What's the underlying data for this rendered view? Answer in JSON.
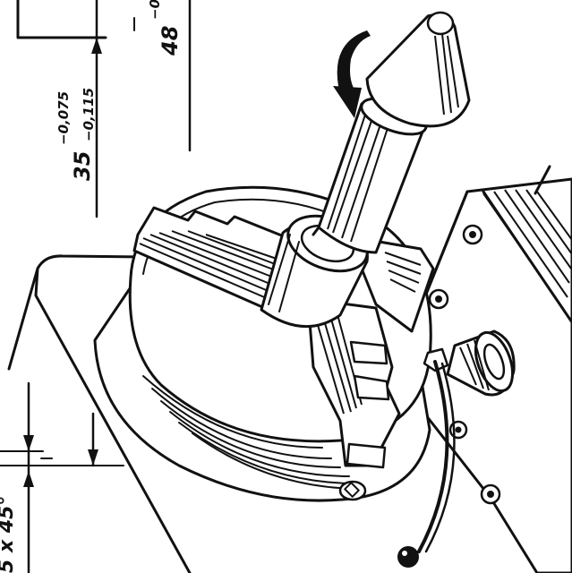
{
  "drawing": {
    "dim_35_main": "35",
    "dim_35_upper_tol": "−0,075",
    "dim_35_lower_tol": "−0,115",
    "dim_48_main": "48",
    "dim_48_tol": "−0",
    "chamfer_label": "5 x 45°"
  }
}
